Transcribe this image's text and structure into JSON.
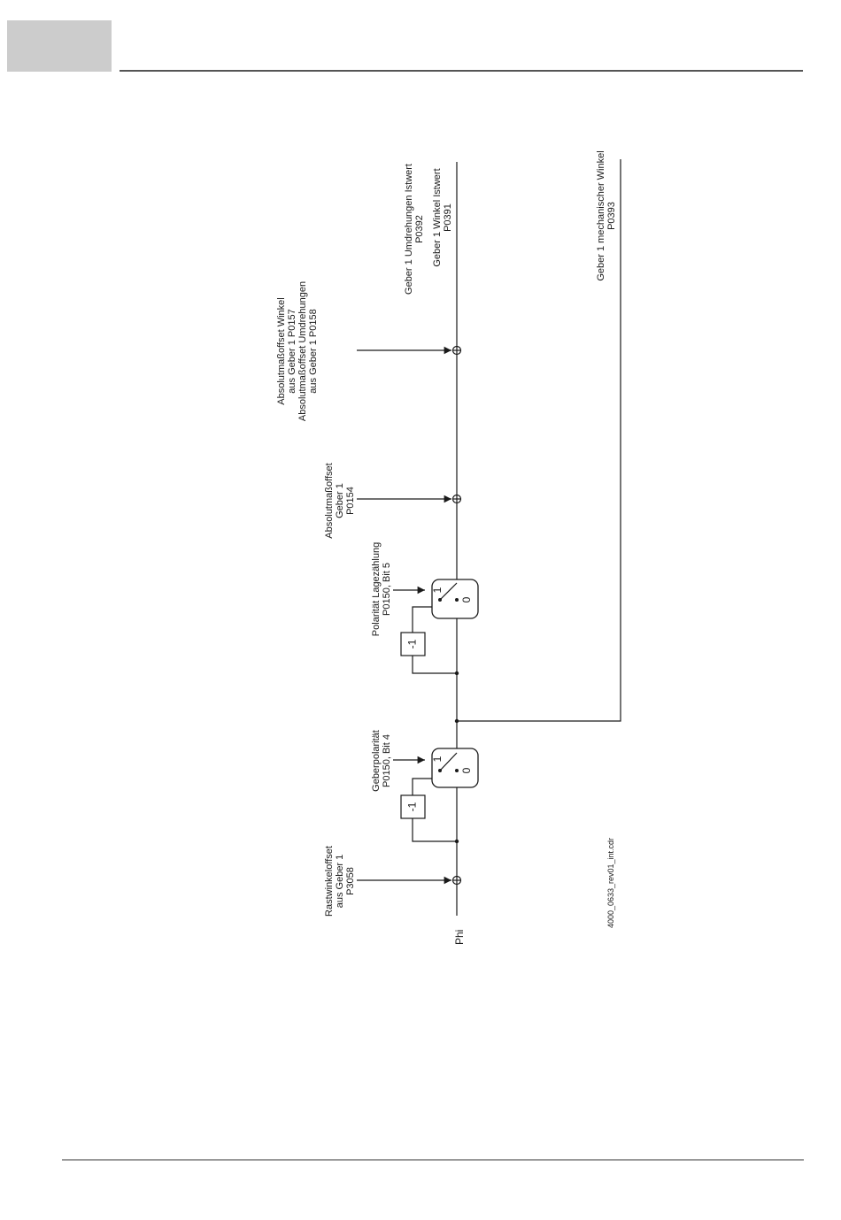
{
  "labels": {
    "phi": "Phi",
    "rastwinkel": [
      "Rastwinkeloffset",
      "aus Geber 1",
      "P3058"
    ],
    "geberpolaritaet": [
      "Geberpolarität",
      "P0150, Bit 4"
    ],
    "polaritaet_lage": [
      "Polarität Lagezählung",
      "P0150, Bit 5"
    ],
    "absolut_offset": [
      "Absolutmaßoffset",
      "Geber 1",
      "P0154"
    ],
    "absolut_winkel": [
      "Absolutmaßoffset Winkel",
      "aus Geber 1 P0157",
      "Absolutmaßoffset Umdrehungen",
      "aus Geber 1 P0158"
    ],
    "umdrehungen_ist": [
      "Geber 1 Umdrehungen Istwert",
      "P0392"
    ],
    "winkel_ist": [
      "Geber 1 Winkel Istwert",
      "P0391"
    ],
    "mech_winkel": [
      "Geber 1 mechanischer Winkel",
      "P0393"
    ],
    "file_ref": "4000_0633_rev01_int.cdr"
  },
  "blocks": {
    "invert_value": "-1",
    "switch_one": "1",
    "switch_zero": "0",
    "sum_symbol": "⊕"
  }
}
